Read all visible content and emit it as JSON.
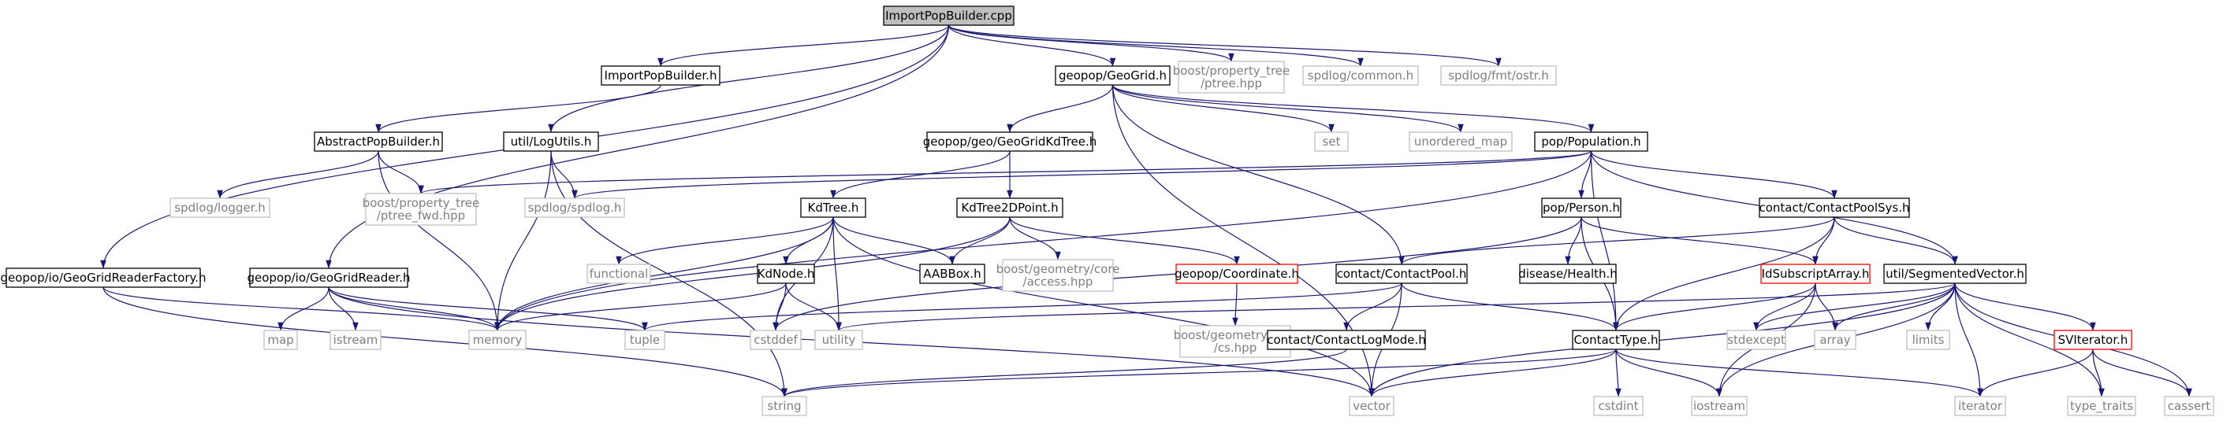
{
  "graph": {
    "root": "n_importpop_cpp",
    "colors": {
      "edge": "#191970",
      "root_fill": "#bfbfbf",
      "normal_border": "#000000",
      "system_border": "#bfbfbf",
      "system_text": "#7f7f7f",
      "notfound_border": "#ff0000"
    },
    "nodes": [
      {
        "id": "n_importpop_cpp",
        "lines": [
          "ImportPopBuilder.cpp"
        ],
        "kind": "root"
      },
      {
        "id": "n_importpop_h",
        "lines": [
          "ImportPopBuilder.h"
        ],
        "kind": "normal"
      },
      {
        "id": "n_geogrid_h",
        "lines": [
          "geopop/GeoGrid.h"
        ],
        "kind": "normal"
      },
      {
        "id": "n_logutils_h",
        "lines": [
          "util/LogUtils.h"
        ],
        "kind": "normal"
      },
      {
        "id": "n_boost_ptree",
        "lines": [
          "boost/property_tree",
          "/ptree.hpp"
        ],
        "kind": "system"
      },
      {
        "id": "n_spdlog_common",
        "lines": [
          "spdlog/common.h"
        ],
        "kind": "system"
      },
      {
        "id": "n_spdlog_ostr",
        "lines": [
          "spdlog/fmt/ostr.h"
        ],
        "kind": "system"
      },
      {
        "id": "n_abstractpop_h",
        "lines": [
          "AbstractPopBuilder.h"
        ],
        "kind": "normal"
      },
      {
        "id": "n_geogridkdtree_h",
        "lines": [
          "geopop/geo/GeoGridKdTree.h"
        ],
        "kind": "normal"
      },
      {
        "id": "n_set",
        "lines": [
          "set"
        ],
        "kind": "system"
      },
      {
        "id": "n_unordered_map",
        "lines": [
          "unordered_map"
        ],
        "kind": "system"
      },
      {
        "id": "n_population_h",
        "lines": [
          "pop/Population.h"
        ],
        "kind": "normal"
      },
      {
        "id": "n_spdlog_logger",
        "lines": [
          "spdlog/logger.h"
        ],
        "kind": "system"
      },
      {
        "id": "n_boost_ptree_fwd",
        "lines": [
          "boost/property_tree",
          "/ptree_fwd.hpp"
        ],
        "kind": "system"
      },
      {
        "id": "n_spdlog_spdlog",
        "lines": [
          "spdlog/spdlog.h"
        ],
        "kind": "system"
      },
      {
        "id": "n_kdtree_h",
        "lines": [
          "KdTree.h"
        ],
        "kind": "normal"
      },
      {
        "id": "n_kdtree2dpoint_h",
        "lines": [
          "KdTree2DPoint.h"
        ],
        "kind": "normal"
      },
      {
        "id": "n_person_h",
        "lines": [
          "pop/Person.h"
        ],
        "kind": "normal"
      },
      {
        "id": "n_contactpoolsys_h",
        "lines": [
          "contact/ContactPoolSys.h"
        ],
        "kind": "normal"
      },
      {
        "id": "n_geogridreaderfactory_h",
        "lines": [
          "geopop/io/GeoGridReaderFactory.h"
        ],
        "kind": "normal"
      },
      {
        "id": "n_geogridreader_h",
        "lines": [
          "geopop/io/GeoGridReader.h"
        ],
        "kind": "normal"
      },
      {
        "id": "n_functional",
        "lines": [
          "functional"
        ],
        "kind": "system"
      },
      {
        "id": "n_kdnode_h",
        "lines": [
          "KdNode.h"
        ],
        "kind": "normal"
      },
      {
        "id": "n_aabbox_h",
        "lines": [
          "AABBox.h"
        ],
        "kind": "normal"
      },
      {
        "id": "n_boost_access",
        "lines": [
          "boost/geometry/core",
          "/access.hpp"
        ],
        "kind": "system"
      },
      {
        "id": "n_coordinate_h",
        "lines": [
          "geopop/Coordinate.h"
        ],
        "kind": "notfound"
      },
      {
        "id": "n_contactpool_h",
        "lines": [
          "contact/ContactPool.h"
        ],
        "kind": "normal"
      },
      {
        "id": "n_health_h",
        "lines": [
          "disease/Health.h"
        ],
        "kind": "normal"
      },
      {
        "id": "n_idsubscript_h",
        "lines": [
          "IdSubscriptArray.h"
        ],
        "kind": "notfound"
      },
      {
        "id": "n_segmentedvector_h",
        "lines": [
          "util/SegmentedVector.h"
        ],
        "kind": "normal"
      },
      {
        "id": "n_map",
        "lines": [
          "map"
        ],
        "kind": "system"
      },
      {
        "id": "n_istream",
        "lines": [
          "istream"
        ],
        "kind": "system"
      },
      {
        "id": "n_memory",
        "lines": [
          "memory"
        ],
        "kind": "system"
      },
      {
        "id": "n_tuple",
        "lines": [
          "tuple"
        ],
        "kind": "system"
      },
      {
        "id": "n_cstddef",
        "lines": [
          "cstddef"
        ],
        "kind": "system"
      },
      {
        "id": "n_utility",
        "lines": [
          "utility"
        ],
        "kind": "system"
      },
      {
        "id": "n_boost_cs",
        "lines": [
          "boost/geometry/core",
          "/cs.hpp"
        ],
        "kind": "system"
      },
      {
        "id": "n_contactlogmode_h",
        "lines": [
          "contact/ContactLogMode.h"
        ],
        "kind": "normal"
      },
      {
        "id": "n_contacttype_h",
        "lines": [
          "ContactType.h"
        ],
        "kind": "normal"
      },
      {
        "id": "n_stdexcept",
        "lines": [
          "stdexcept"
        ],
        "kind": "system"
      },
      {
        "id": "n_array",
        "lines": [
          "array"
        ],
        "kind": "system"
      },
      {
        "id": "n_limits",
        "lines": [
          "limits"
        ],
        "kind": "system"
      },
      {
        "id": "n_sviterator_h",
        "lines": [
          "SVIterator.h"
        ],
        "kind": "notfound"
      },
      {
        "id": "n_string",
        "lines": [
          "string"
        ],
        "kind": "system"
      },
      {
        "id": "n_vector",
        "lines": [
          "vector"
        ],
        "kind": "system"
      },
      {
        "id": "n_cstdint",
        "lines": [
          "cstdint"
        ],
        "kind": "system"
      },
      {
        "id": "n_iostream",
        "lines": [
          "iostream"
        ],
        "kind": "system"
      },
      {
        "id": "n_iterator",
        "lines": [
          "iterator"
        ],
        "kind": "system"
      },
      {
        "id": "n_type_traits",
        "lines": [
          "type_traits"
        ],
        "kind": "system"
      },
      {
        "id": "n_cassert",
        "lines": [
          "cassert"
        ],
        "kind": "system"
      }
    ],
    "edges": [
      [
        "n_importpop_cpp",
        "n_importpop_h"
      ],
      [
        "n_importpop_cpp",
        "n_geogrid_h"
      ],
      [
        "n_importpop_cpp",
        "n_logutils_h"
      ],
      [
        "n_importpop_cpp",
        "n_boost_ptree"
      ],
      [
        "n_importpop_cpp",
        "n_spdlog_common"
      ],
      [
        "n_importpop_cpp",
        "n_spdlog_ostr"
      ],
      [
        "n_importpop_cpp",
        "n_geogridreaderfactory_h"
      ],
      [
        "n_importpop_cpp",
        "n_geogridreader_h"
      ],
      [
        "n_importpop_h",
        "n_abstractpop_h"
      ],
      [
        "n_abstractpop_h",
        "n_spdlog_logger"
      ],
      [
        "n_abstractpop_h",
        "n_boost_ptree_fwd"
      ],
      [
        "n_abstractpop_h",
        "n_memory"
      ],
      [
        "n_logutils_h",
        "n_spdlog_spdlog"
      ],
      [
        "n_logutils_h",
        "n_memory"
      ],
      [
        "n_logutils_h",
        "n_string"
      ],
      [
        "n_geogrid_h",
        "n_geogridkdtree_h"
      ],
      [
        "n_geogrid_h",
        "n_set"
      ],
      [
        "n_geogrid_h",
        "n_unordered_map"
      ],
      [
        "n_geogrid_h",
        "n_population_h"
      ],
      [
        "n_geogrid_h",
        "n_contactpool_h"
      ],
      [
        "n_geogrid_h",
        "n_vector"
      ],
      [
        "n_geogridkdtree_h",
        "n_kdtree_h"
      ],
      [
        "n_geogridkdtree_h",
        "n_kdtree2dpoint_h"
      ],
      [
        "n_population_h",
        "n_boost_ptree_fwd"
      ],
      [
        "n_population_h",
        "n_spdlog_spdlog"
      ],
      [
        "n_population_h",
        "n_memory"
      ],
      [
        "n_population_h",
        "n_person_h"
      ],
      [
        "n_population_h",
        "n_contactpoolsys_h"
      ],
      [
        "n_population_h",
        "n_segmentedvector_h"
      ],
      [
        "n_population_h",
        "n_contacttype_h"
      ],
      [
        "n_kdtree_h",
        "n_functional"
      ],
      [
        "n_kdtree_h",
        "n_kdnode_h"
      ],
      [
        "n_kdtree_h",
        "n_aabbox_h"
      ],
      [
        "n_kdtree_h",
        "n_memory"
      ],
      [
        "n_kdtree_h",
        "n_cstddef"
      ],
      [
        "n_kdtree_h",
        "n_utility"
      ],
      [
        "n_kdtree_h",
        "n_vector"
      ],
      [
        "n_kdtree2dpoint_h",
        "n_aabbox_h"
      ],
      [
        "n_kdtree2dpoint_h",
        "n_boost_access"
      ],
      [
        "n_kdtree2dpoint_h",
        "n_coordinate_h"
      ],
      [
        "n_kdtree2dpoint_h",
        "n_memory"
      ],
      [
        "n_kdnode_h",
        "n_memory"
      ],
      [
        "n_kdnode_h",
        "n_cstddef"
      ],
      [
        "n_kdnode_h",
        "n_utility"
      ],
      [
        "n_coordinate_h",
        "n_boost_cs"
      ],
      [
        "n_person_h",
        "n_health_h"
      ],
      [
        "n_person_h",
        "n_idsubscript_h"
      ],
      [
        "n_person_h",
        "n_contacttype_h"
      ],
      [
        "n_person_h",
        "n_cstddef"
      ],
      [
        "n_contactpoolsys_h",
        "n_contactpool_h"
      ],
      [
        "n_contactpoolsys_h",
        "n_idsubscript_h"
      ],
      [
        "n_contactpoolsys_h",
        "n_segmentedvector_h"
      ],
      [
        "n_contactpoolsys_h",
        "n_contacttype_h"
      ],
      [
        "n_contactpool_h",
        "n_contactlogmode_h"
      ],
      [
        "n_contactpool_h",
        "n_contacttype_h"
      ],
      [
        "n_contactpool_h",
        "n_tuple"
      ],
      [
        "n_contactpool_h",
        "n_vector"
      ],
      [
        "n_idsubscript_h",
        "n_contacttype_h"
      ],
      [
        "n_idsubscript_h",
        "n_array"
      ],
      [
        "n_idsubscript_h",
        "n_stdexcept"
      ],
      [
        "n_idsubscript_h",
        "n_iostream"
      ],
      [
        "n_segmentedvector_h",
        "n_sviterator_h"
      ],
      [
        "n_segmentedvector_h",
        "n_stdexcept"
      ],
      [
        "n_segmentedvector_h",
        "n_array"
      ],
      [
        "n_segmentedvector_h",
        "n_limits"
      ],
      [
        "n_segmentedvector_h",
        "n_iterator"
      ],
      [
        "n_segmentedvector_h",
        "n_type_traits"
      ],
      [
        "n_segmentedvector_h",
        "n_cassert"
      ],
      [
        "n_segmentedvector_h",
        "n_utility"
      ],
      [
        "n_segmentedvector_h",
        "n_vector"
      ],
      [
        "n_segmentedvector_h",
        "n_iostream"
      ],
      [
        "n_sviterator_h",
        "n_iterator"
      ],
      [
        "n_sviterator_h",
        "n_type_traits"
      ],
      [
        "n_sviterator_h",
        "n_cassert"
      ],
      [
        "n_contactlogmode_h",
        "n_string"
      ],
      [
        "n_contacttype_h",
        "n_string"
      ],
      [
        "n_contacttype_h",
        "n_vector"
      ],
      [
        "n_contacttype_h",
        "n_cstdint"
      ],
      [
        "n_contacttype_h",
        "n_iostream"
      ],
      [
        "n_contacttype_h",
        "n_iterator"
      ],
      [
        "n_geogridreaderfactory_h",
        "n_memory"
      ],
      [
        "n_geogridreaderfactory_h",
        "n_string"
      ],
      [
        "n_geogridreader_h",
        "n_map"
      ],
      [
        "n_geogridreader_h",
        "n_istream"
      ],
      [
        "n_geogridreader_h",
        "n_memory"
      ],
      [
        "n_geogridreader_h",
        "n_tuple"
      ],
      [
        "n_geogridreader_h",
        "n_vector"
      ]
    ]
  }
}
